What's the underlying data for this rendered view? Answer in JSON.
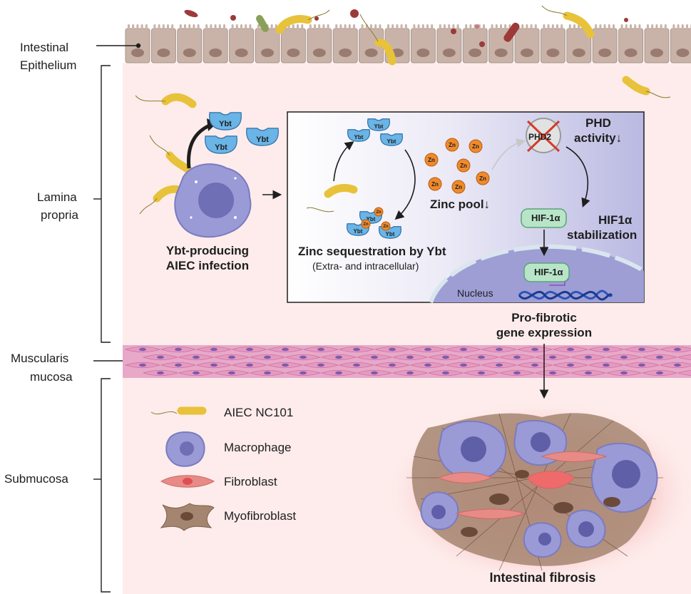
{
  "layers": {
    "epithelium_1": "Intestinal",
    "epithelium_2": "Epithelium",
    "lamina_1": "Lamina",
    "lamina_2": "propria",
    "muscularis_1": "Muscularis",
    "muscularis_2": "mucosa",
    "submucosa": "Submucosa"
  },
  "infection": {
    "title_1": "Ybt-producing",
    "title_2": "AIEC infection",
    "ybt_label": "Ybt",
    "zn_label": "Zn"
  },
  "mechanism": {
    "sequestration_title": "Zinc sequestration by Ybt",
    "sequestration_sub": "(Extra- and intracellular)",
    "zinc_pool": "Zinc pool↓",
    "phd2": "PHD2",
    "phd_activity_1": "PHD",
    "phd_activity_2": "activity↓",
    "hif_label": "HIF-1α",
    "hif_stab_1": "HIF1α",
    "hif_stab_2": "stabilization",
    "nucleus": "Nucleus"
  },
  "outcome": {
    "profibrotic_1": "Pro-fibrotic",
    "profibrotic_2": "gene expression",
    "fibrosis": "Intestinal fibrosis"
  },
  "legend": {
    "aiec": "AIEC NC101",
    "macrophage": "Macrophage",
    "fibroblast": "Fibroblast",
    "myofibroblast": "Myofibroblast"
  },
  "colors": {
    "lamina_bg": "#fdeceb",
    "epithelium": "#c9b3a9",
    "nucleus_cell": "#9a7b70",
    "bacterium": "#e8c23a",
    "ybt": "#6ab4e6",
    "zinc": "#ee8a2c",
    "macrophage": "#8c8ccf",
    "fibroblast": "#e88a86",
    "myofibroblast": "#a48570",
    "hif_box": "#b8e4c8",
    "muscle": "#e6a6c8"
  }
}
